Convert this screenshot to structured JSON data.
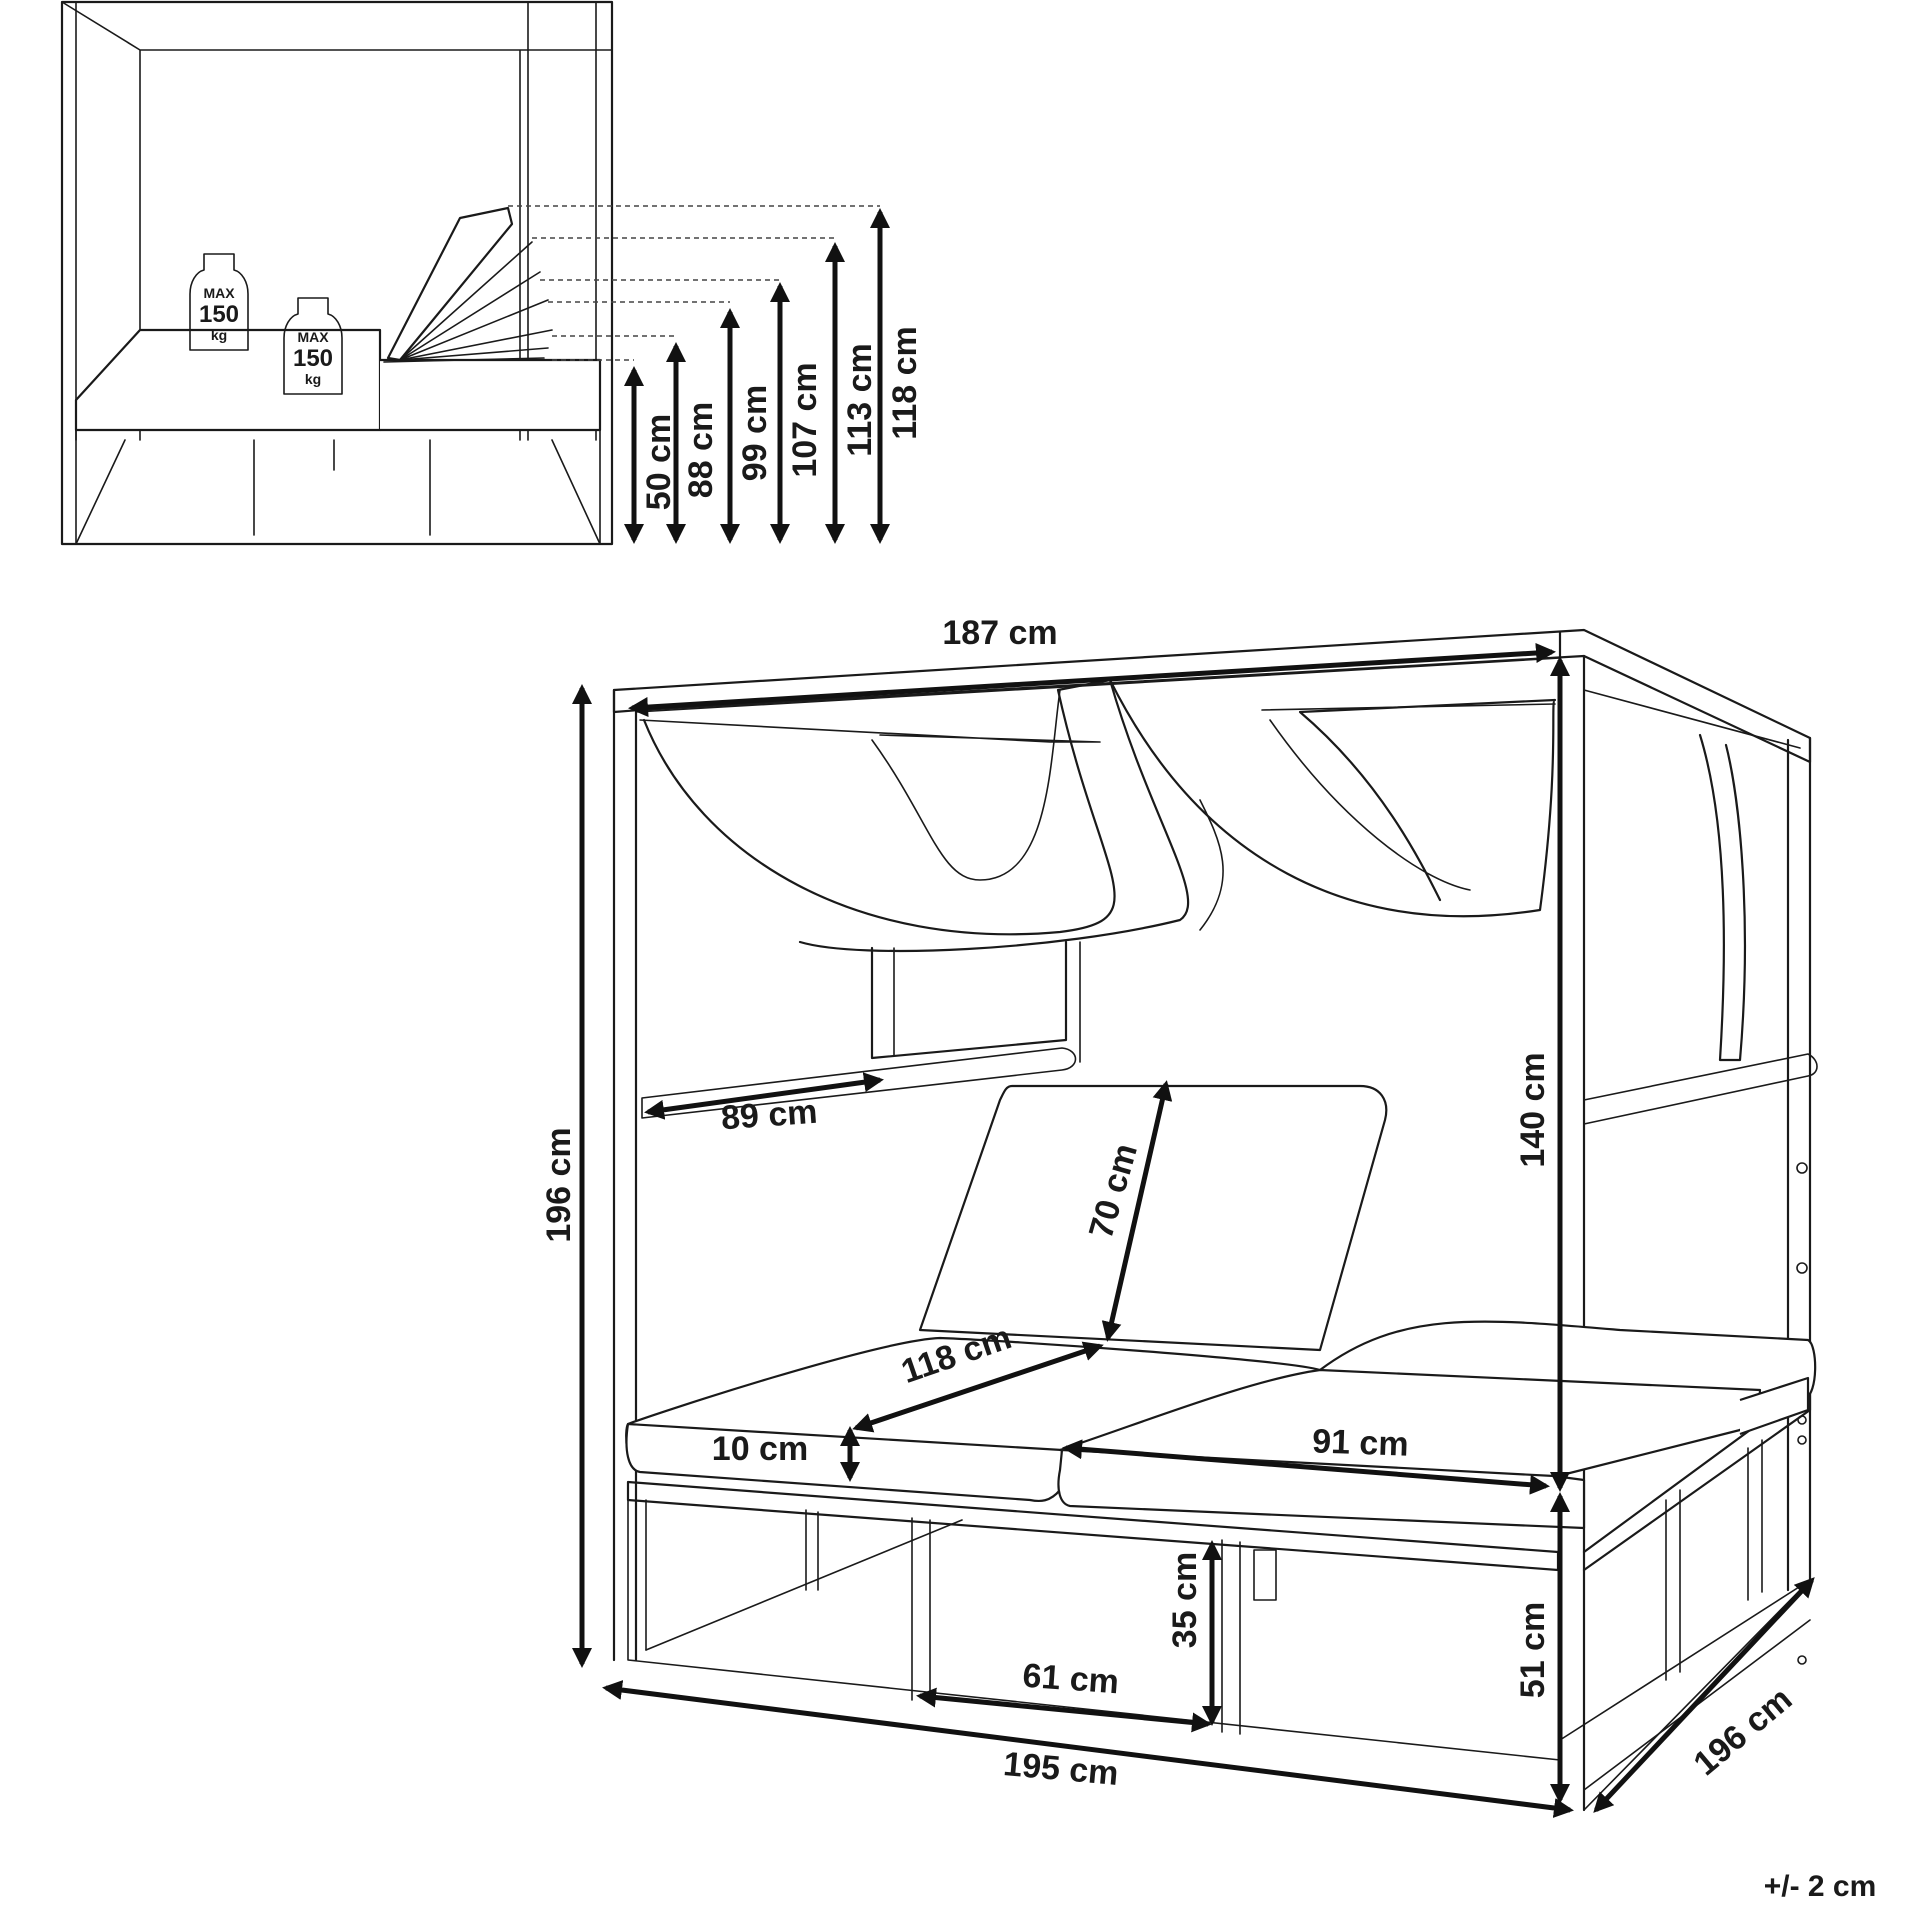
{
  "units_note": "+/- 2 cm",
  "weight_badges": [
    {
      "line1": "MAX",
      "line2": "150",
      "line3": "kg"
    },
    {
      "line1": "MAX",
      "line2": "150",
      "line3": "kg"
    }
  ],
  "backrest_heights": [
    "50 cm",
    "88 cm",
    "99 cm",
    "107 cm",
    "113 cm",
    "118 cm"
  ],
  "dimensions": {
    "top_width": "187 cm",
    "total_height": "196 cm",
    "side_panel_width": "89 cm",
    "backrest_length": "70 cm",
    "lounger_length": "118 cm",
    "cushion_thickness": "10 cm",
    "lounger_width": "91 cm",
    "canopy_clearance": "140 cm",
    "seat_height": "51 cm",
    "base_clearance": "35 cm",
    "base_section": "61 cm",
    "front_width": "195 cm",
    "depth": "196 cm"
  }
}
